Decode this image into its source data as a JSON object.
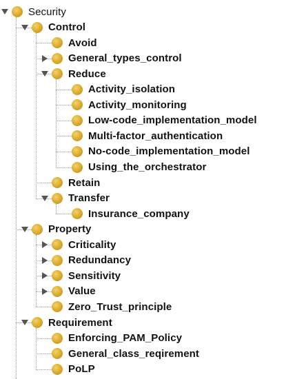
{
  "tree": {
    "root": {
      "label": "Security",
      "children": [
        {
          "label": "Control",
          "children": [
            {
              "label": "Avoid"
            },
            {
              "label": "General_types_control",
              "collapsed": true
            },
            {
              "label": "Reduce",
              "children": [
                {
                  "label": "Activity_isolation"
                },
                {
                  "label": "Activity_monitoring"
                },
                {
                  "label": "Low-code_implementation_model"
                },
                {
                  "label": "Multi-factor_authentication"
                },
                {
                  "label": "No-code_implementation_model"
                },
                {
                  "label": "Using_the_orchestrator"
                }
              ]
            },
            {
              "label": "Retain"
            },
            {
              "label": "Transfer",
              "children": [
                {
                  "label": "Insurance_company"
                }
              ]
            }
          ]
        },
        {
          "label": "Property",
          "children": [
            {
              "label": "Criticality",
              "collapsed": true
            },
            {
              "label": "Redundancy",
              "collapsed": true
            },
            {
              "label": "Sensitivity",
              "collapsed": true
            },
            {
              "label": "Value",
              "collapsed": true
            },
            {
              "label": "Zero_Trust_principle"
            }
          ]
        },
        {
          "label": "Requirement",
          "children": [
            {
              "label": "Enforcing_PAM_Policy"
            },
            {
              "label": "General_class_reqirement"
            },
            {
              "label": "PoLP"
            }
          ]
        }
      ]
    }
  },
  "colors": {
    "node_icon": "#d9a92a",
    "toggle": "#555555",
    "guide_line": "#9a9a9a"
  },
  "icons": {
    "node": "class-node-icon",
    "expanded": "expand-arrow-icon",
    "collapsed": "collapse-arrow-icon"
  }
}
